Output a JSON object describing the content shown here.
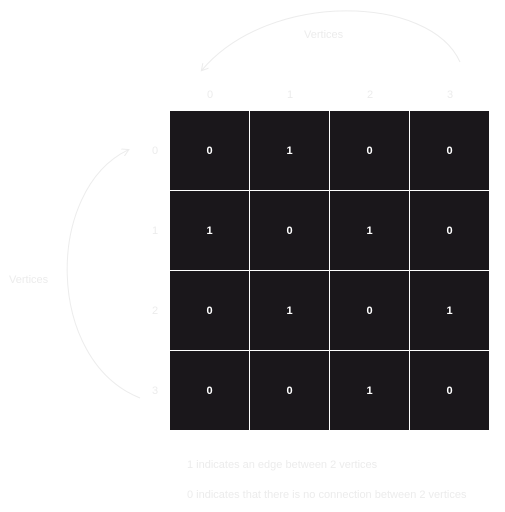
{
  "top_axis_label": "Vertices",
  "left_axis_label": "Vertices",
  "column_indices": [
    "0",
    "1",
    "2",
    "3"
  ],
  "row_indices": [
    "0",
    "1",
    "2",
    "3"
  ],
  "matrix": [
    [
      "0",
      "1",
      "0",
      "0"
    ],
    [
      "1",
      "0",
      "1",
      "0"
    ],
    [
      "0",
      "1",
      "0",
      "1"
    ],
    [
      "0",
      "0",
      "1",
      "0"
    ]
  ],
  "notes": [
    "1 indicates an edge between 2 vertices",
    "0 indicates that there is no connection between 2 vertices"
  ],
  "colors": {
    "cell_bg": "#1a171b",
    "cell_text": "#ffffff",
    "faint_text": "#ececec"
  }
}
